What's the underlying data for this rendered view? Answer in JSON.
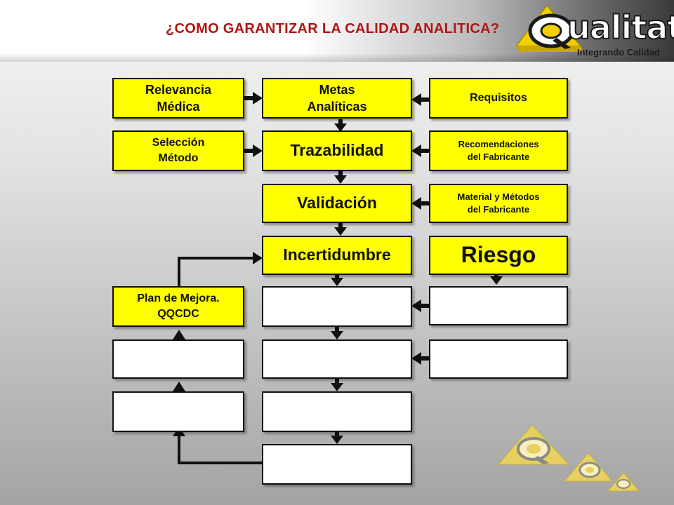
{
  "header": {
    "title": "¿COMO GARANTIZAR LA CALIDAD ANALITICA?",
    "logo_name": "ualitat",
    "logo_tagline": "Integrando Calidad"
  },
  "diagram": {
    "nodes": {
      "relevancia": "Relevancia\nMédica",
      "metas": "Metas\nAnalíticas",
      "requisitos": "Requisitos",
      "seleccion": "Selección\nMétodo",
      "trazabilidad": "Trazabilidad",
      "recomendaciones": "Recomendaciones\ndel Fabricante",
      "validacion": "Validación",
      "material": "Material y Métodos\ndel Fabricante",
      "incertidumbre": "Incertidumbre",
      "riesgo": "Riesgo",
      "plan": "Plan de Mejora.\nQQCDC",
      "blank_center_1": "",
      "blank_right_1": "",
      "blank_left_1": "",
      "blank_center_2": "",
      "blank_right_2": "",
      "blank_left_2": "",
      "blank_center_3": "",
      "blank_center_4": ""
    }
  },
  "colors": {
    "title": "#b01515",
    "box_fill": "#ffff00",
    "blank_fill": "#ffffff",
    "arrow": "#111111"
  }
}
